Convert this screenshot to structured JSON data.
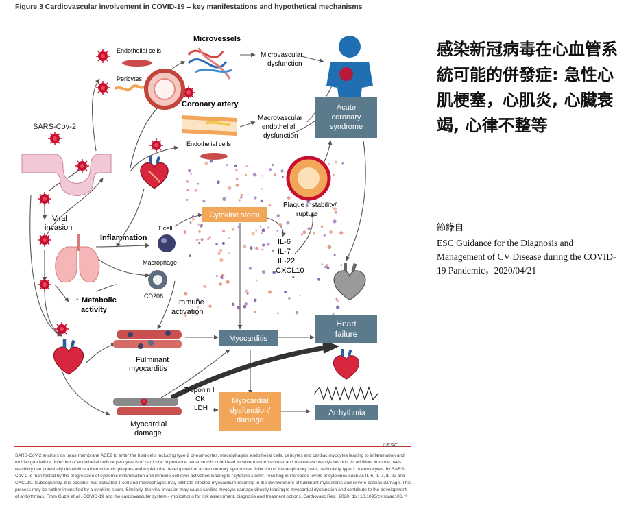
{
  "figure": {
    "title": "Figure 3 Cardiovascular involvement in COVID-19 – key manifestations and hypothetical mechanisms",
    "copyright": "©ESC",
    "caption": "SARS-CoV-2 anchors on trans-membrane ACE2 to enter the host cells including type-2 pneumocytes, macrophages, endothelial cells, pericytes and cardiac myocytes leading to inflammation and multi-organ failure. Infection of endothelial cells or pericytes is of particular importance because this could lead to severe microvascular and macrovascular dysfunction. In addition, immune over-reactivity can potentially destabilize atherosclerotic plaques and explain the development of acute coronary syndromes. Infection of the respiratory tract, particularly type-2 pneumocytes, by SARS-CoV-2 is manifested by the progression of systemic inflammation and immune cell over-activation leading to \"cytokine storm\", resulting in increased levels of cytokines such as IL-6, IL-7, IL-22 and CXCL10. Subsequently, it is possible that activated T cell and macrophages may infiltrate infected myocardium resulting in the development of fulminant myocarditis and severe cardiac damage. This process may be further intensified by a cytokine storm. Similarly, the viral invasion may cause cardiac myocyte damage directly leading to myocardial dysfunction and contribute to the development of arrhythmias. From Guzik et al., COVID-19 and the cardiovascular system - implications for risk assessment, diagnosis and treatment options. Cardiovasc Res., 2020, doi: 10.1093/cvr/cvaa106.⁴³"
  },
  "labels": {
    "endothelial_cells_top": "Endothelial cells",
    "pericytes": "Pericytes",
    "microvessels": "Microvessels",
    "microvascular_1": "Microvascular",
    "microvascular_2": "dysfunction",
    "coronary_artery": "Coronary artery",
    "endothelial_cells_mid": "Endothelial cells",
    "macrovascular_1": "Macrovascular",
    "macrovascular_2": "endothelial",
    "macrovascular_3": "dysfunction",
    "sars": "SARS-Cov-2",
    "viral_1": "Viral",
    "viral_2": "invasion",
    "inflammation": "Inflammation",
    "t_cell": "T cell",
    "macrophage": "Macrophage",
    "cd206": "CD206",
    "metabolic_1": "Metabolic",
    "metabolic_2": "activity",
    "immune_1": "Immune",
    "immune_2": "activation",
    "plaque_1": "Plaque instability/",
    "plaque_2": "rupture",
    "il6": "IL-6",
    "il7": "IL-7",
    "il22": "IL-22",
    "cxcl10": "CXCL10",
    "fulminant_1": "Fulminant",
    "fulminant_2": "myocarditis",
    "troponin": "Troponin I",
    "ck": "CK",
    "ldh": "LDH",
    "myocardial_damage_1": "Myocardial",
    "myocardial_damage_2": "damage"
  },
  "boxes": {
    "acs_1": "Acute",
    "acs_2": "coronary",
    "acs_3": "syndrome",
    "cytokine_storm": "Cytokine storm",
    "myocarditis": "Myocarditis",
    "heart_failure_1": "Heart",
    "heart_failure_2": "failure",
    "myocardial_dysfunction_1": "Myocardial",
    "myocardial_dysfunction_2": "dysfunction/",
    "myocardial_dysfunction_3": "damage",
    "arrhythmia": "Arrhythmia"
  },
  "colors": {
    "box_blue": "#5b7a8c",
    "box_orange": "#f2a65a",
    "virus_red": "#c8102e",
    "frame_red": "#c0342c"
  },
  "side": {
    "title": "感染新冠病毒在心血管系統可能的併發症: 急性心肌梗塞，心肌炎, 心臟衰竭, 心律不整等",
    "source_label": "節錄自",
    "source_text": " ESC Guidance for the Diagnosis and Management of CV Disease during the COVID-19 Pandemic，2020/04/21"
  }
}
